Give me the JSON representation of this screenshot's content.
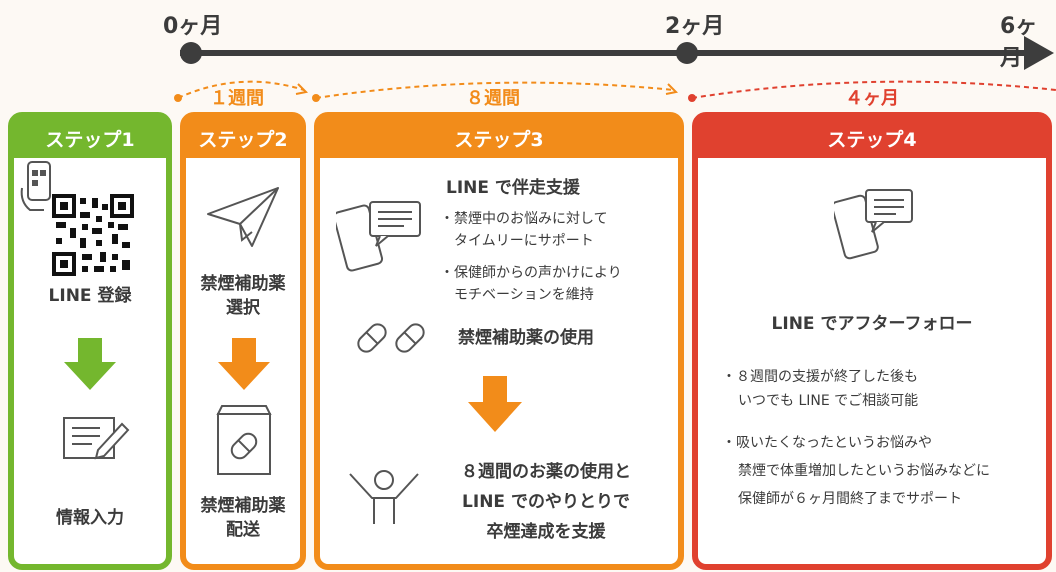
{
  "timeline": {
    "labels": [
      "0ヶ月",
      "2ヶ月",
      "6ヶ月"
    ],
    "durations": [
      "１週間",
      "８週間",
      "４ヶ月"
    ]
  },
  "steps": [
    {
      "title": "ステップ1",
      "register": "LINE 登録",
      "input": "情報入力"
    },
    {
      "title": "ステップ2",
      "select_line1": "禁煙補助薬",
      "select_line2": "選択",
      "deliver_line1": "禁煙補助薬",
      "deliver_line2": "配送"
    },
    {
      "title": "ステップ3",
      "heading": "LINE で伴走支援",
      "bullets": [
        {
          "line1": "・禁煙中のお悩みに対して",
          "line2": "タイムリーにサポート"
        },
        {
          "line1": "・保健師からの声かけにより",
          "line2": "モチベーションを維持"
        }
      ],
      "medicine": "禁煙補助薬の使用",
      "result_lines": [
        "８週間のお薬の使用と",
        "LINE でのやりとりで",
        "卒煙達成を支援"
      ]
    },
    {
      "title": "ステップ4",
      "heading": "LINE でアフターフォロー",
      "bullets": [
        {
          "line1": "・８週間の支援が終了した後も",
          "line2": "いつでも LINE でご相談可能"
        },
        {
          "line1": "・吸いたくなったというお悩みや",
          "line2": "禁煙で体重増加したというお悩みなどに",
          "line3": "保健師が６ヶ月間終了までサポート"
        }
      ]
    }
  ],
  "colors": {
    "green": "#74b72e",
    "orange": "#f28c1a",
    "red": "#e0412f",
    "dark": "#3d3d3d"
  },
  "icons": [
    "qr-code-icon",
    "phone-qr-icon",
    "form-pen-icon",
    "paper-plane-icon",
    "medicine-bag-icon",
    "phone-chat-icon",
    "capsule-icon",
    "celebrating-person-icon",
    "down-arrow-icon"
  ]
}
